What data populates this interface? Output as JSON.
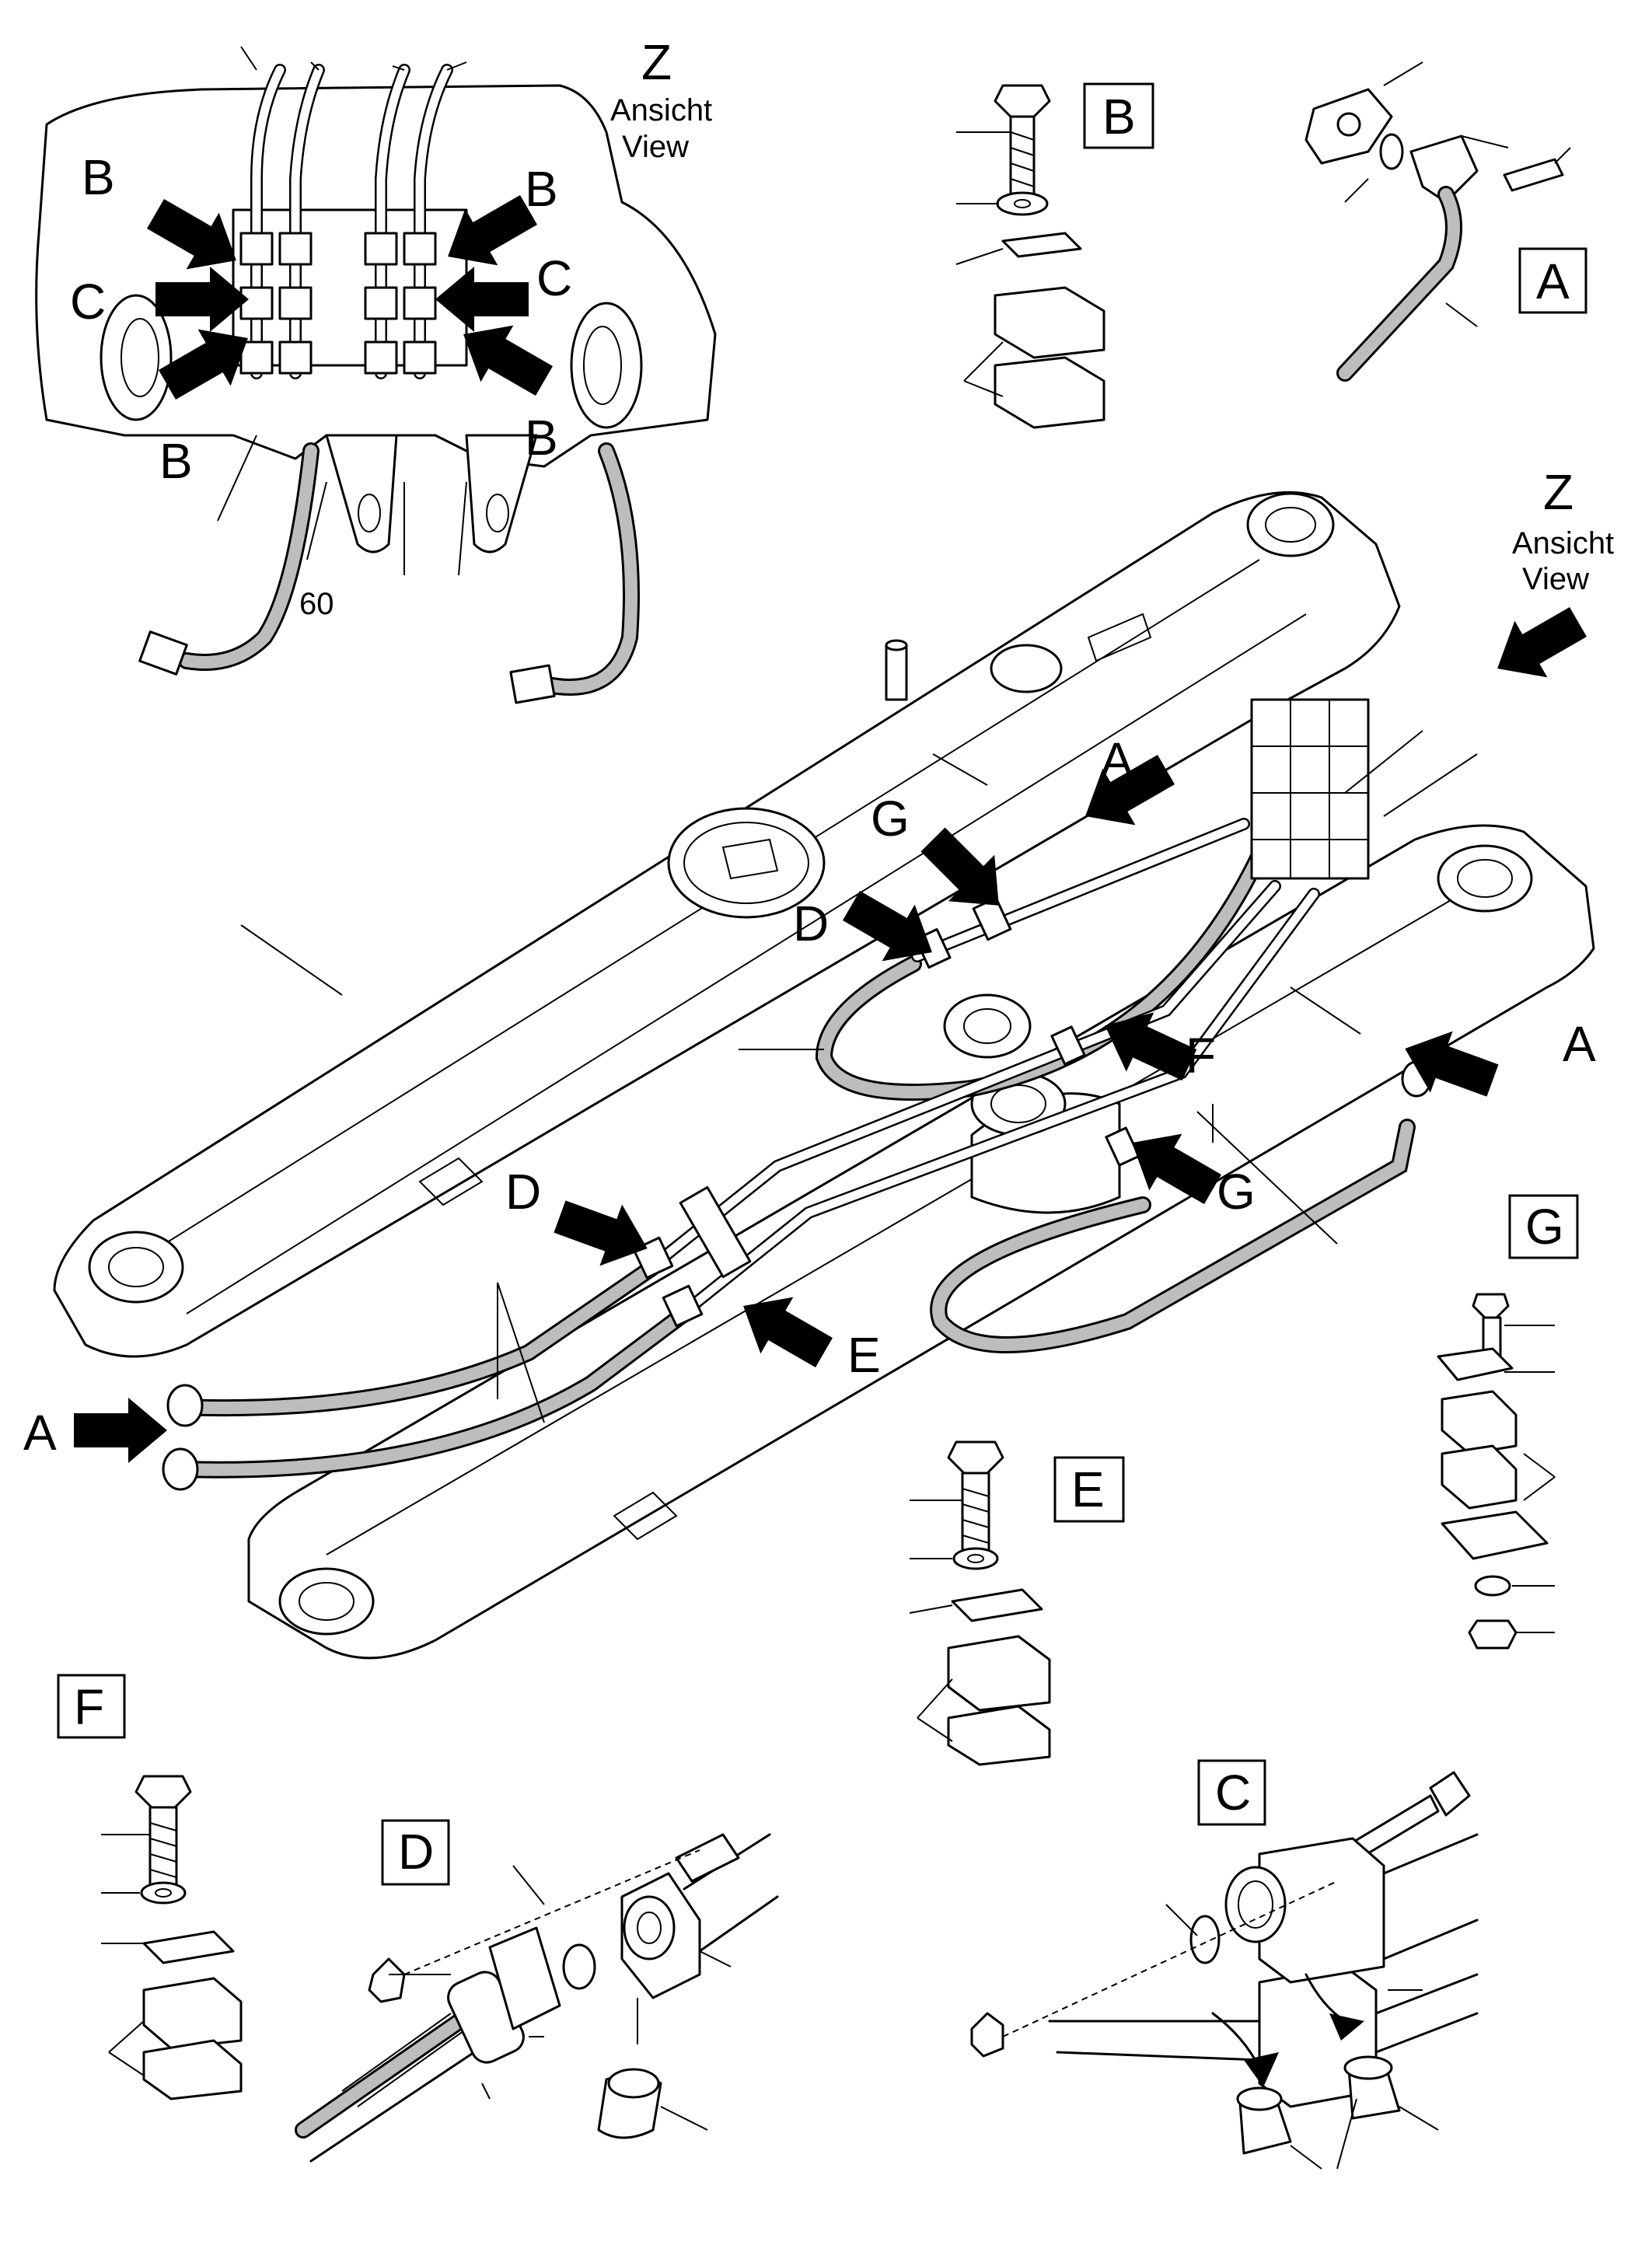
{
  "view": {
    "letter": "Z",
    "line1": "Ansicht",
    "line2": "View"
  },
  "labels": {
    "A": "A",
    "B": "B",
    "C": "C",
    "D": "D",
    "E": "E",
    "F": "F",
    "G": "G"
  },
  "part_number": "60",
  "colors": {
    "line": "#000000",
    "hose_fill": "#bdbdbd",
    "background": "#ffffff"
  }
}
